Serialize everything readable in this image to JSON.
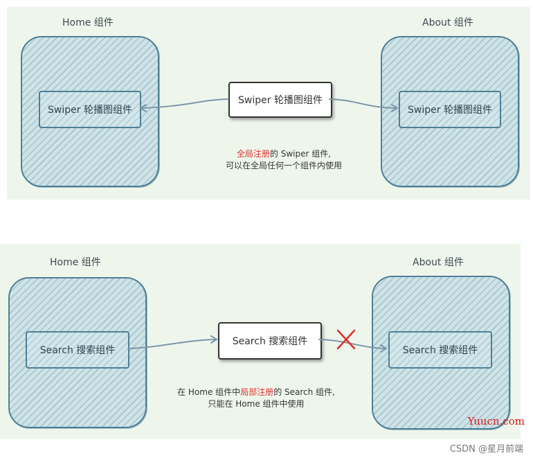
{
  "top": {
    "left_title": "Home 组件",
    "right_title": "About 组件",
    "left_inner": "Swiper 轮播图组件",
    "center": "Swiper 轮播图组件",
    "right_inner": "Swiper 轮播图组件",
    "note_highlight": "全局注册",
    "note_line1_rest": "的 Swiper 组件,",
    "note_line2": "可以在全局任何一个组件内使用"
  },
  "bottom": {
    "left_title": "Home 组件",
    "right_title": "About 组件",
    "left_inner": "Search 搜索组件",
    "center": "Search 搜索组件",
    "right_inner": "Search 搜索组件",
    "note_prefix": "在 Home 组件中",
    "note_highlight": "局部注册",
    "note_line1_rest": "的 Search 组件,",
    "note_line2": "只能在 Home 组件中使用"
  },
  "watermark": "Yuucn.com",
  "credit": "CSDN @星月前端",
  "colors": {
    "panel_bg": "#eef6ec",
    "component_border": "#4f7f96",
    "highlight": "#e0302a",
    "cross": "#e0302a"
  }
}
